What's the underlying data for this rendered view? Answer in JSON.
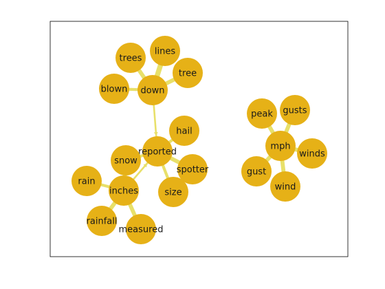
{
  "colors": {
    "node_fill": "#E6B117",
    "edge_color": "#E8E06A",
    "frame": "#000000",
    "background": "#FFFFFF"
  },
  "nodes": [
    {
      "id": "trees",
      "label": "trees"
    },
    {
      "id": "lines",
      "label": "lines"
    },
    {
      "id": "tree",
      "label": "tree"
    },
    {
      "id": "blown",
      "label": "blown"
    },
    {
      "id": "down",
      "label": "down"
    },
    {
      "id": "hail",
      "label": "hail"
    },
    {
      "id": "reported",
      "label": "reported"
    },
    {
      "id": "snow",
      "label": "snow"
    },
    {
      "id": "spotter",
      "label": "spotter"
    },
    {
      "id": "rain",
      "label": "rain"
    },
    {
      "id": "inches",
      "label": "inches"
    },
    {
      "id": "size",
      "label": "size"
    },
    {
      "id": "rainfall",
      "label": "rainfall"
    },
    {
      "id": "measured",
      "label": "measured"
    },
    {
      "id": "peak",
      "label": "peak"
    },
    {
      "id": "gusts",
      "label": "gusts"
    },
    {
      "id": "mph",
      "label": "mph"
    },
    {
      "id": "winds",
      "label": "winds"
    },
    {
      "id": "gust",
      "label": "gust"
    },
    {
      "id": "wind",
      "label": "wind"
    }
  ],
  "edges": [
    {
      "source": "trees",
      "target": "down",
      "weight": 3
    },
    {
      "source": "lines",
      "target": "down",
      "weight": 4
    },
    {
      "source": "tree",
      "target": "down",
      "weight": 3
    },
    {
      "source": "blown",
      "target": "down",
      "weight": 2
    },
    {
      "source": "down",
      "target": "reported",
      "weight": 1,
      "arrow": true
    },
    {
      "source": "hail",
      "target": "reported",
      "weight": 2
    },
    {
      "source": "snow",
      "target": "reported",
      "weight": 2
    },
    {
      "source": "spotter",
      "target": "reported",
      "weight": 3
    },
    {
      "source": "size",
      "target": "reported",
      "weight": 2
    },
    {
      "source": "inches",
      "target": "reported",
      "weight": 1,
      "arrow": true
    },
    {
      "source": "rain",
      "target": "inches",
      "weight": 2
    },
    {
      "source": "snow",
      "target": "inches",
      "weight": 3
    },
    {
      "source": "rainfall",
      "target": "inches",
      "weight": 3
    },
    {
      "source": "measured",
      "target": "inches",
      "weight": 3
    },
    {
      "source": "peak",
      "target": "mph",
      "weight": 3
    },
    {
      "source": "gusts",
      "target": "mph",
      "weight": 3
    },
    {
      "source": "winds",
      "target": "mph",
      "weight": 3
    },
    {
      "source": "gust",
      "target": "mph",
      "weight": 3
    },
    {
      "source": "wind",
      "target": "mph",
      "weight": 3
    }
  ]
}
